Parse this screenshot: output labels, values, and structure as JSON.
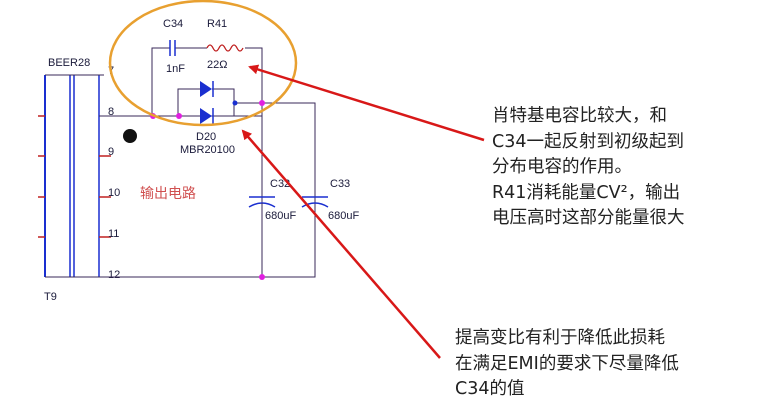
{
  "schematic": {
    "transformer_name": "BEER28",
    "transformer_ref": "T9",
    "pins": [
      "7",
      "8",
      "9",
      "10",
      "11",
      "12"
    ],
    "capacitor_c34": {
      "ref": "C34",
      "value": "1nF"
    },
    "resistor_r41": {
      "ref": "R41",
      "value": "22Ω"
    },
    "diode": {
      "ref": "D20",
      "part": "MBR20100"
    },
    "capacitor_c32": {
      "ref": "C32",
      "value": "680uF"
    },
    "capacitor_c33": {
      "ref": "C33",
      "value": "680uF"
    },
    "section_label": "输出电路"
  },
  "annotations": {
    "snubber_note": [
      "肖特基电容比较大，和",
      "C34一起反射到初级起到",
      "分布电容的作用。",
      "R41消耗能量CV²，输出",
      "电压高时这部分能量很大"
    ],
    "diode_note": [
      "提高变比有利于降低此损耗",
      "在满足EMI的要求下尽量降低",
      "C34的值"
    ]
  },
  "colors": {
    "wire": "#3a2a5a",
    "component": "#1a2fd0",
    "junction": "#e020e0",
    "highlight_ellipse": "#e8a030",
    "arrow": "#d81818",
    "pin_tick": "#c02020",
    "section_label": "#d05050"
  }
}
